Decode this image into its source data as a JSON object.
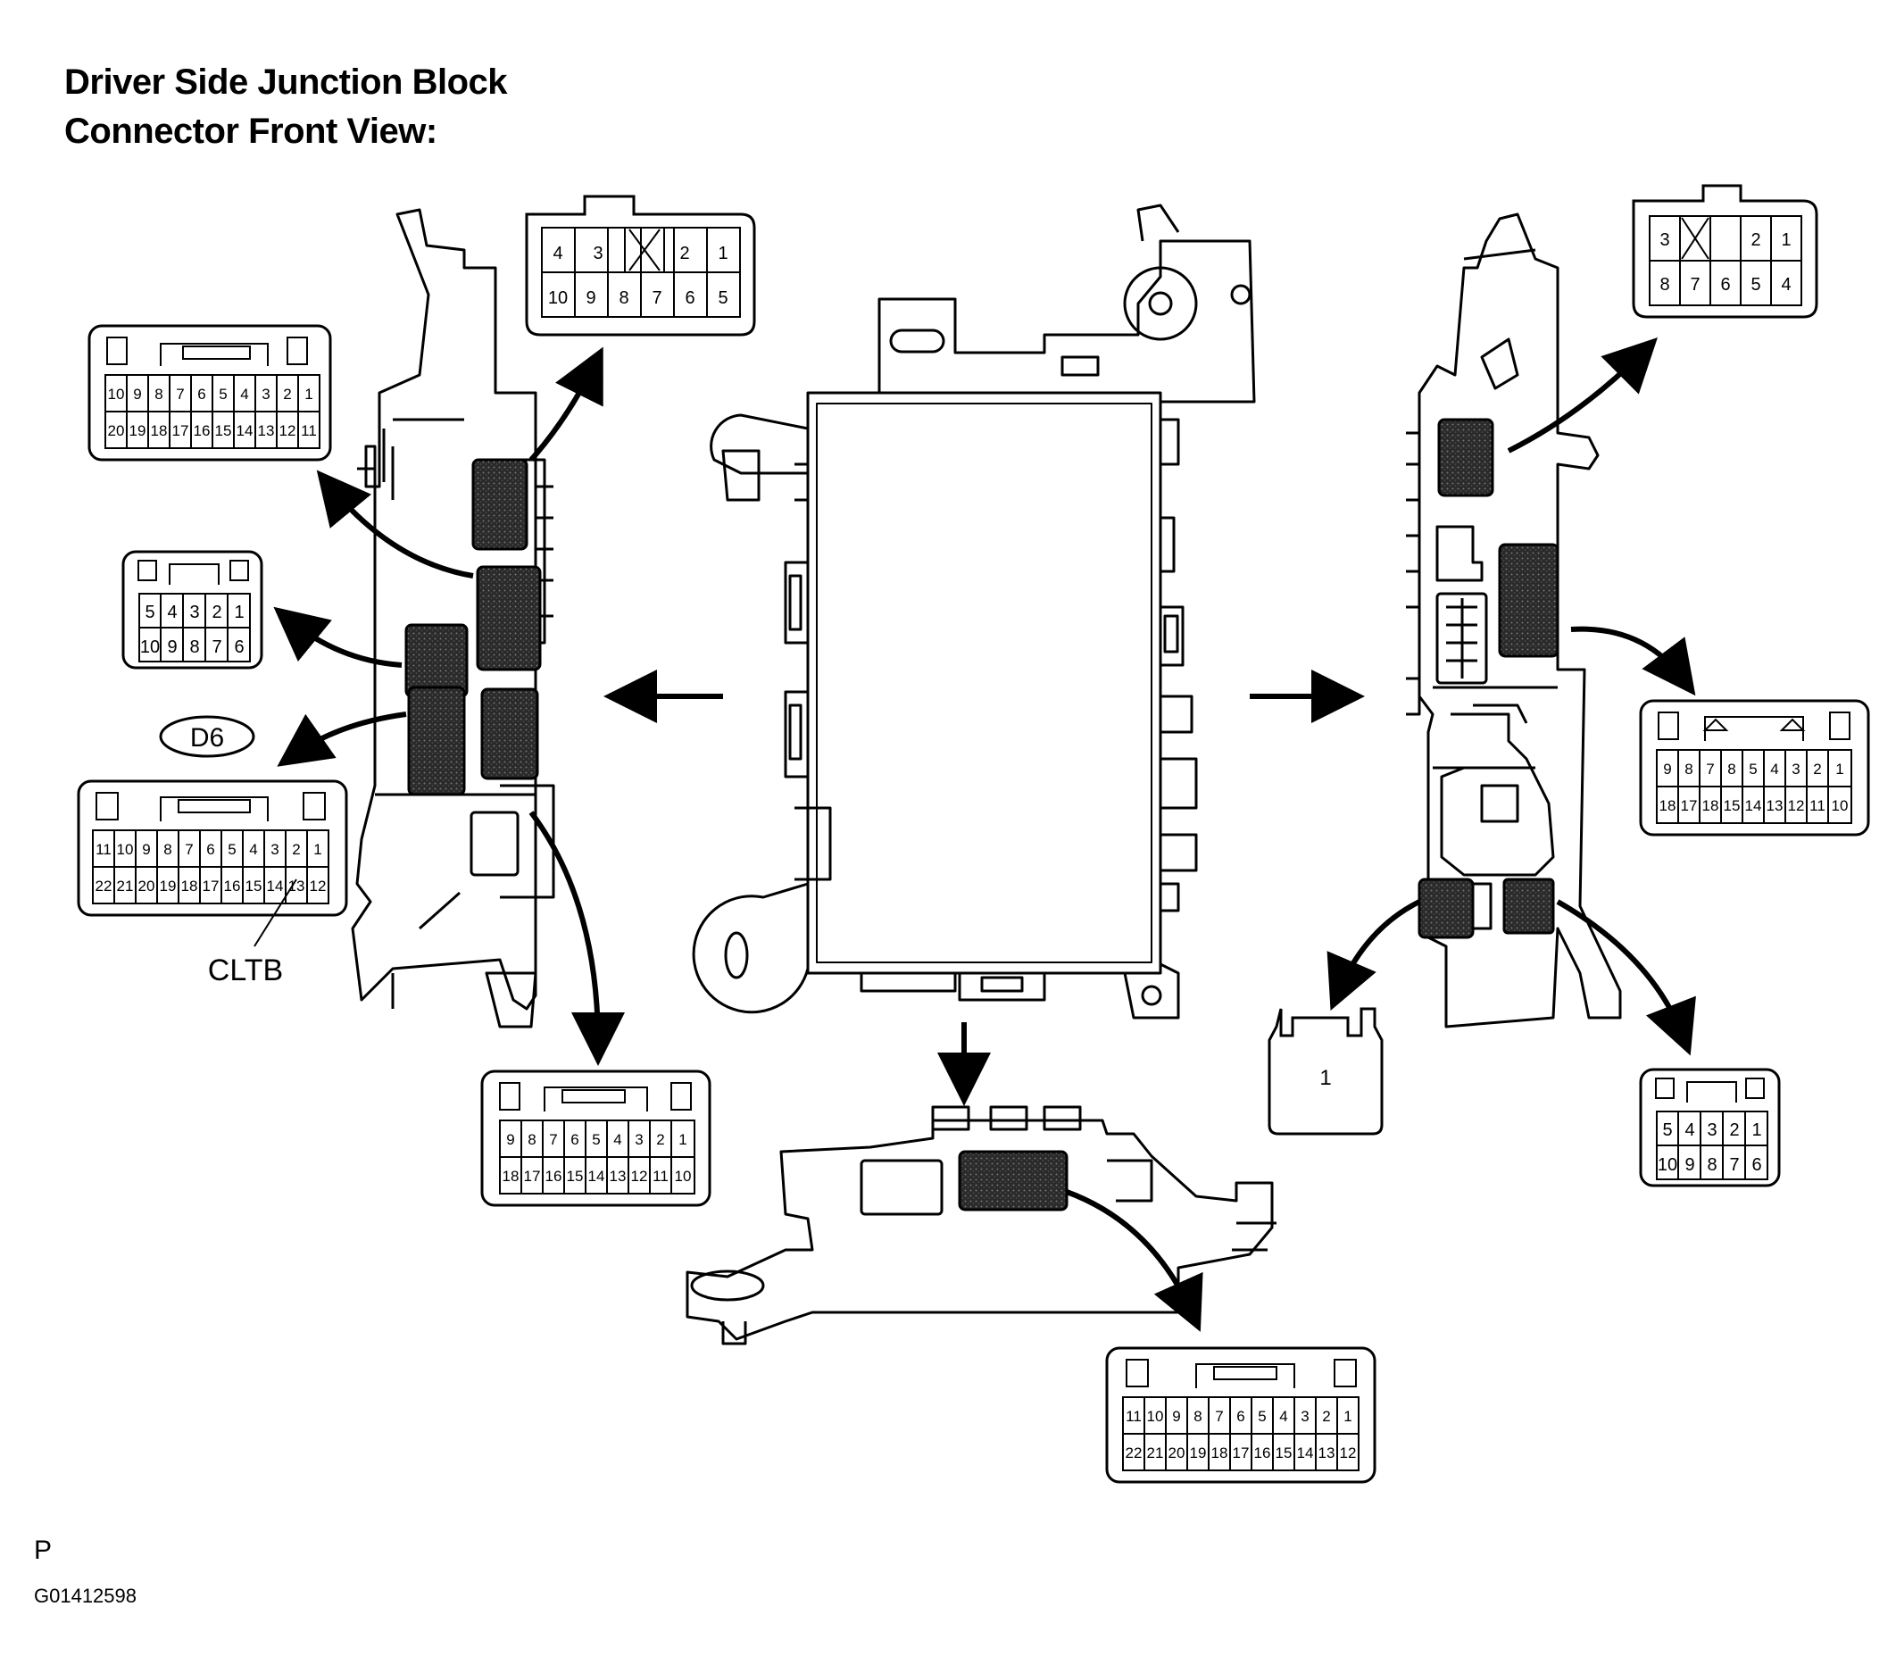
{
  "title_line1": "Driver Side Junction Block",
  "title_line2": "Connector Front View:",
  "labels": {
    "d6": "D6",
    "cltb": "CLTB",
    "single_pin": "1"
  },
  "connectors": {
    "top_left_10pin": {
      "row1": [
        "4",
        "3",
        "",
        "2",
        "1"
      ],
      "row2": [
        "10",
        "9",
        "8",
        "7",
        "6",
        "5"
      ]
    },
    "left_20pin": {
      "row1": [
        "10",
        "9",
        "8",
        "7",
        "6",
        "5",
        "4",
        "3",
        "2",
        "1"
      ],
      "row2": [
        "20",
        "19",
        "18",
        "17",
        "16",
        "15",
        "14",
        "13",
        "12",
        "11"
      ]
    },
    "left_10pin": {
      "row1": [
        "5",
        "4",
        "3",
        "2",
        "1"
      ],
      "row2": [
        "10",
        "9",
        "8",
        "7",
        "6"
      ]
    },
    "left_22pin": {
      "row1": [
        "11",
        "10",
        "9",
        "8",
        "7",
        "6",
        "5",
        "4",
        "3",
        "2",
        "1"
      ],
      "row2": [
        "22",
        "21",
        "20",
        "19",
        "18",
        "17",
        "16",
        "15",
        "14",
        "13",
        "12"
      ]
    },
    "lower_left_18pin": {
      "row1": [
        "9",
        "8",
        "7",
        "6",
        "5",
        "4",
        "3",
        "2",
        "1"
      ],
      "row2": [
        "18",
        "17",
        "16",
        "15",
        "14",
        "13",
        "12",
        "11",
        "10"
      ]
    },
    "bottom_22pin": {
      "row1": [
        "11",
        "10",
        "9",
        "8",
        "7",
        "6",
        "5",
        "4",
        "3",
        "2",
        "1"
      ],
      "row2": [
        "22",
        "21",
        "20",
        "19",
        "18",
        "17",
        "16",
        "15",
        "14",
        "13",
        "12"
      ]
    },
    "top_right_8pin": {
      "row1": [
        "3",
        "",
        "2",
        "1"
      ],
      "row2": [
        "8",
        "7",
        "6",
        "5",
        "4"
      ]
    },
    "right_18pin": {
      "row1": [
        "9",
        "8",
        "7",
        "8",
        "5",
        "4",
        "3",
        "2",
        "1"
      ],
      "row2": [
        "18",
        "17",
        "18",
        "15",
        "14",
        "13",
        "12",
        "11",
        "10"
      ]
    },
    "right_10pin": {
      "row1": [
        "5",
        "4",
        "3",
        "2",
        "1"
      ],
      "row2": [
        "10",
        "9",
        "8",
        "7",
        "6"
      ]
    }
  },
  "footer": {
    "page_letter": "P",
    "figure_code": "G01412598"
  },
  "colors": {
    "line": "#000000",
    "background": "#ffffff",
    "hatch": "#1a1a1a"
  }
}
